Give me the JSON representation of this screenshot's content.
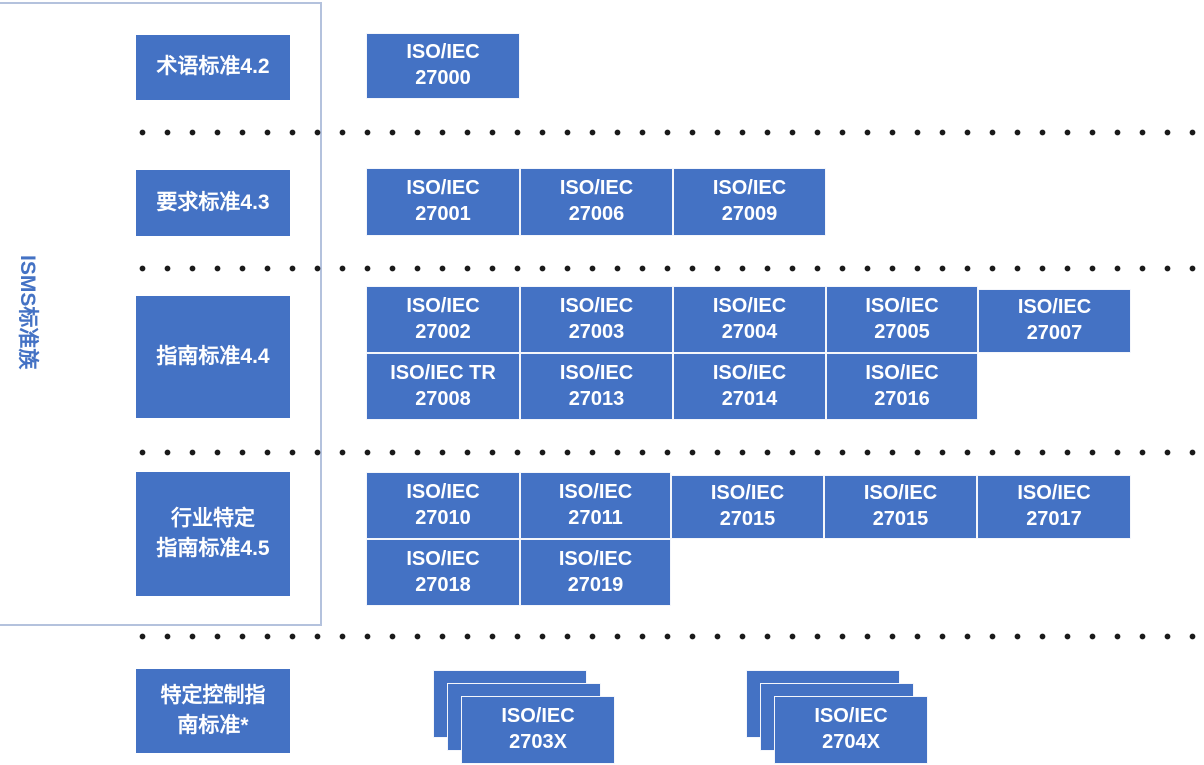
{
  "diagram": {
    "vertical_label": "ISMS标准族",
    "accent_color": "#4472c4",
    "frame_color": "#b4c2dd",
    "text_color": "#ffffff"
  },
  "rows": [
    {
      "key": "terminology",
      "category_label": "术语标准4.2",
      "cells": [
        {
          "line1": "ISO/IEC",
          "line2": "27000"
        }
      ],
      "cells_row2": []
    },
    {
      "key": "requirements",
      "category_label": "要求标准4.3",
      "cells": [
        {
          "line1": "ISO/IEC",
          "line2": "27001"
        },
        {
          "line1": "ISO/IEC",
          "line2": "27006"
        },
        {
          "line1": "ISO/IEC",
          "line2": "27009"
        }
      ],
      "cells_row2": []
    },
    {
      "key": "guidance",
      "category_label": "指南标准4.4",
      "cells": [
        {
          "line1": "ISO/IEC",
          "line2": "27002"
        },
        {
          "line1": "ISO/IEC",
          "line2": "27003"
        },
        {
          "line1": "ISO/IEC",
          "line2": "27004"
        },
        {
          "line1": "ISO/IEC",
          "line2": "27005"
        },
        {
          "line1": "ISO/IEC",
          "line2": "27007"
        }
      ],
      "cells_row2": [
        {
          "line1": "ISO/IEC TR",
          "line2": "27008"
        },
        {
          "line1": "ISO/IEC",
          "line2": "27013"
        },
        {
          "line1": "ISO/IEC",
          "line2": "27014"
        },
        {
          "line1": "ISO/IEC",
          "line2": "27016"
        }
      ]
    },
    {
      "key": "sector-specific",
      "category_label": "行业特定\n指南标准4.5",
      "category_label_line1": "行业特定",
      "category_label_line2": "指南标准4.5",
      "cells": [
        {
          "line1": "ISO/IEC",
          "line2": "27010"
        },
        {
          "line1": "ISO/IEC",
          "line2": "27011"
        },
        {
          "line1": "ISO/IEC",
          "line2": "27015"
        },
        {
          "line1": "ISO/IEC",
          "line2": "27015"
        },
        {
          "line1": "ISO/IEC",
          "line2": "27017"
        }
      ],
      "cells_row2": [
        {
          "line1": "ISO/IEC",
          "line2": "27018"
        },
        {
          "line1": "ISO/IEC",
          "line2": "27019"
        }
      ]
    },
    {
      "key": "control-specific",
      "category_label_line1": "特定控制指",
      "category_label_line2": "南标准*",
      "stacks": [
        {
          "line1": "ISO/IEC",
          "line2": "2703X",
          "layers": 3
        },
        {
          "line1": "ISO/IEC",
          "line2": "2704X",
          "layers": 3
        }
      ]
    }
  ]
}
